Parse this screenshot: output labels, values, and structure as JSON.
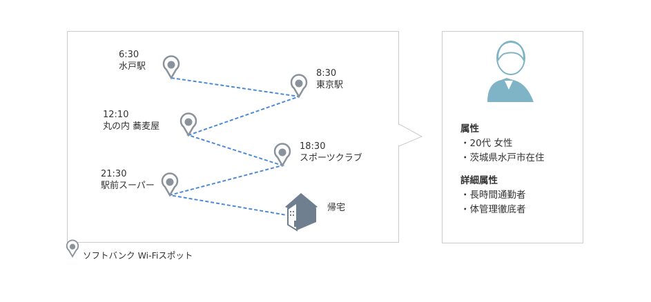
{
  "stops": [
    {
      "time": "6:30",
      "place": "水戸駅"
    },
    {
      "time": "8:30",
      "place": "東京駅"
    },
    {
      "time": "12:10",
      "place": "丸の内 蕎麦屋"
    },
    {
      "time": "18:30",
      "place": "スポーツクラブ"
    },
    {
      "time": "21:30",
      "place": "駅前スーパー"
    }
  ],
  "home_label": "帰宅",
  "legend": {
    "icon": "pin-icon",
    "label": "ソフトバンク Wi-Fiスポット"
  },
  "profile": {
    "attributes_heading": "属性",
    "attributes": [
      "・20代 女性",
      "・茨城県水戸市在住"
    ],
    "details_heading": "詳細属性",
    "details": [
      "・長時間通勤者",
      "・体管理徹底者"
    ]
  },
  "colors": {
    "route": "#4a8ad8",
    "pin": "#8a939c",
    "avatar": "#7fb3c6",
    "house": "#6f7f8f"
  }
}
